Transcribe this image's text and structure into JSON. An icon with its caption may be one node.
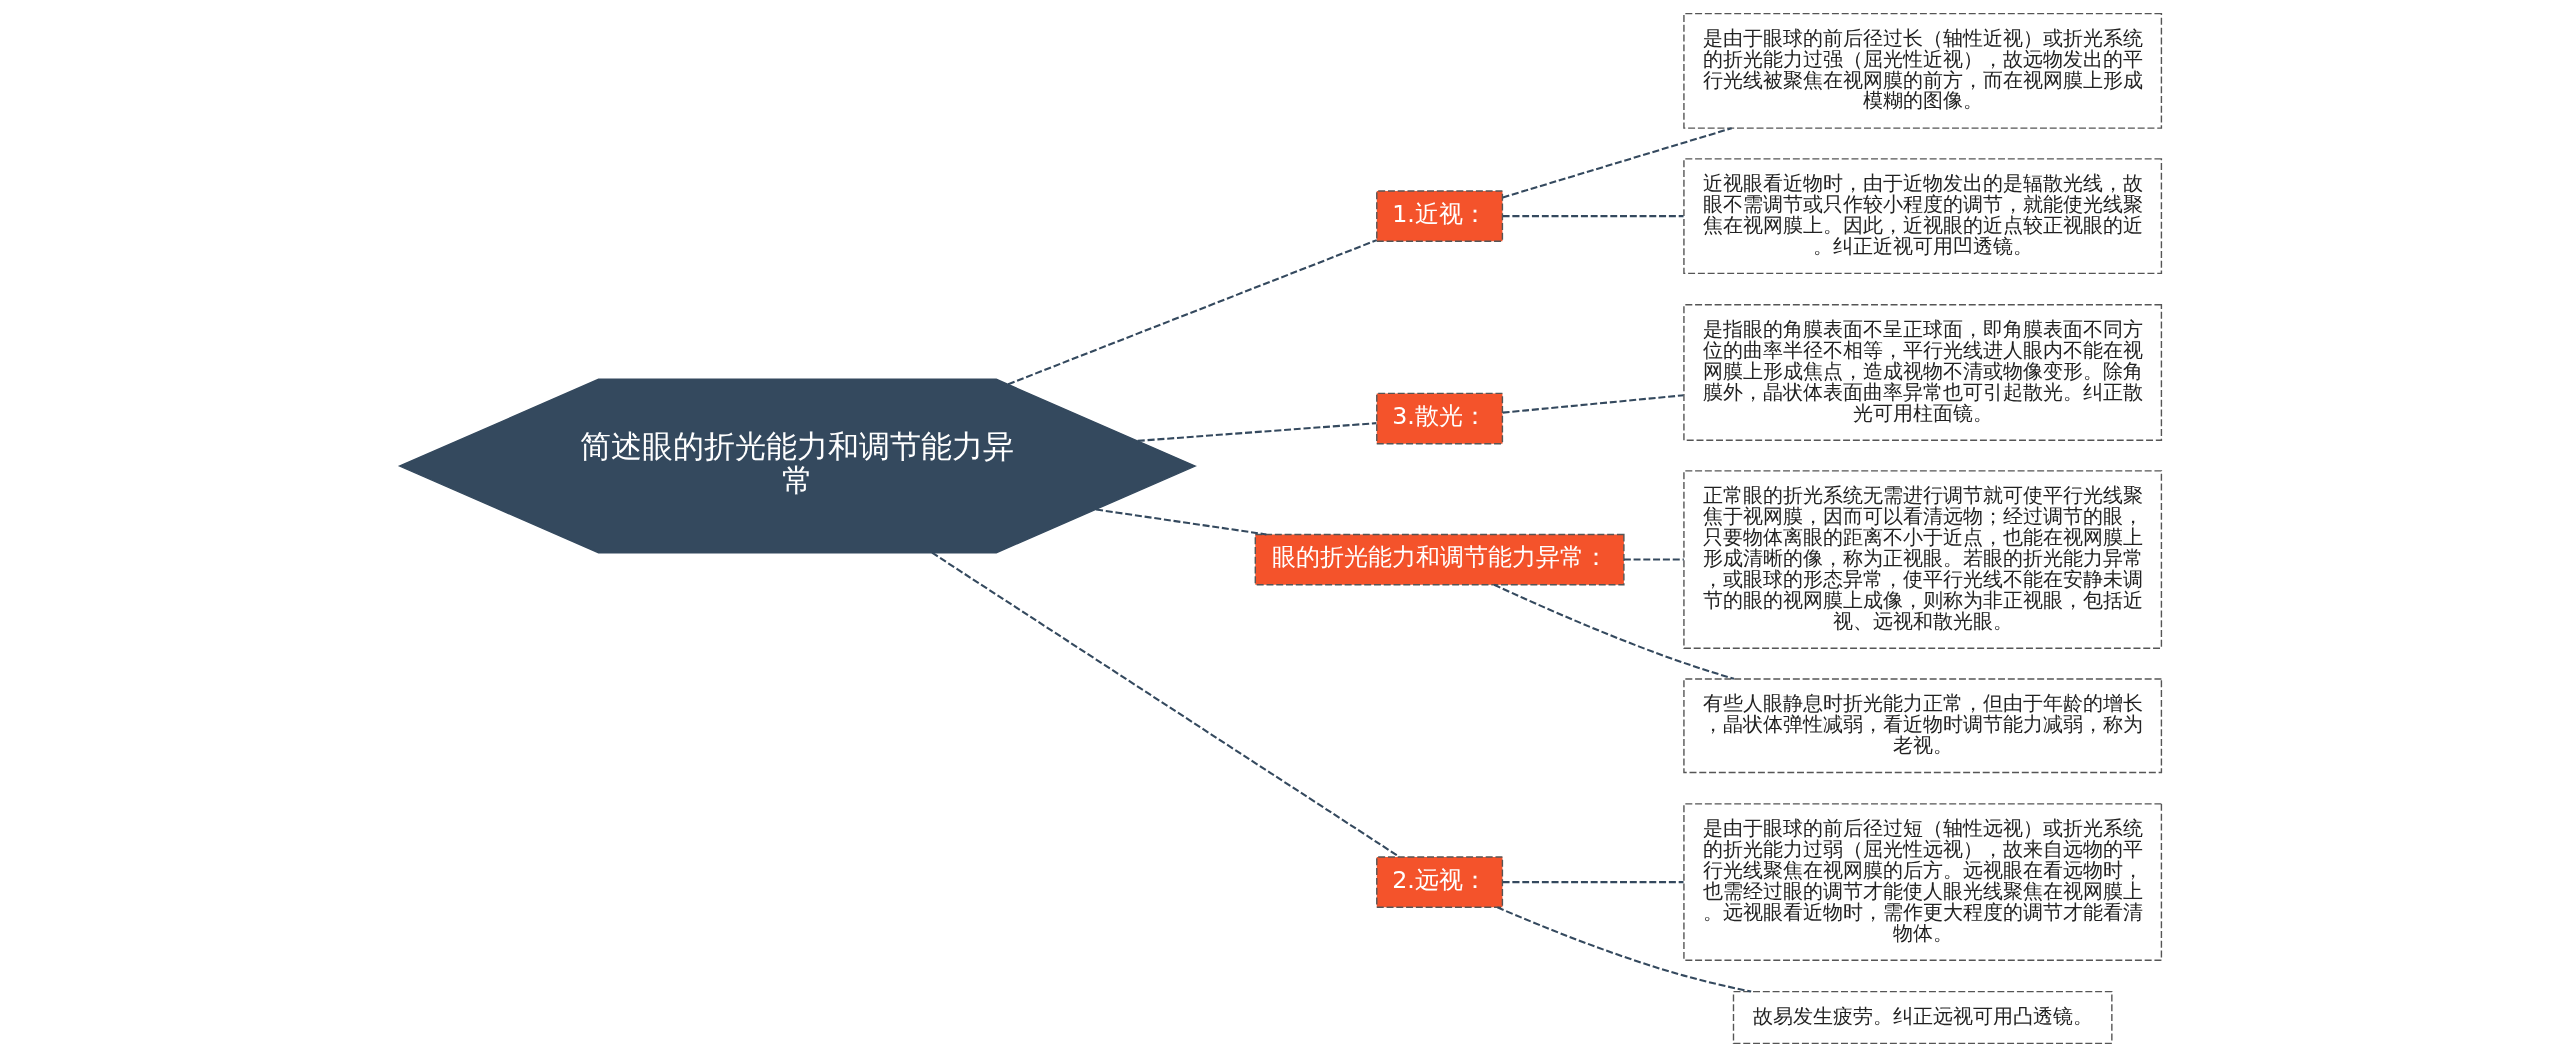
{
  "diagram": {
    "nodes": [
      {
        "text": [
          "简述眼的折光能力和调节能力异常"
        ]
      },
      {
        "text": [
          "1.近视："
        ]
      },
      {
        "text": [
          "是由于眼球的前后径过长（轴性近视）或折光系统的折光能力过强（屈光性近视），故远物发出的平行光线被聚焦在视网膜的前方，而在视网膜上形成模糊的图像。"
        ]
      },
      {
        "text": [
          "近视眼看近物时，由于近物发出的是辐散光线，故眼不需调节或只作较小程度的调节，就能使光线聚焦在视网膜上。因此，近视眼的近点较正视眼的近。纠正近视可用凹透镜。"
        ]
      },
      {
        "text": [
          "3.散光："
        ]
      },
      {
        "text": [
          "是指眼的角膜表面不呈正球面，即角膜表面不同方位的曲率半径不相等，平行光线进人眼内不能在视网膜上形成焦点，造成视物不清或物像变形。除角膜外，晶状体表面曲率异常也可引起散光。纠正散光可用柱面镜。"
        ]
      },
      {
        "text": [
          "眼的折光能力和调节能力异常："
        ]
      },
      {
        "text": [
          "正常眼的折光系统无需进行调节就可使平行光线聚焦于视网膜，因而可以看清远物；经过调节的眼，只要物体离眼的距离不小于近点，也能在视网膜上形成清晰的像，称为正视眼。若眼的折光能力异常，或眼球的形态异常，使平行光线不能在安静未调节的眼的视网膜上成像，则称为非正视眼，包括近视、远视和散光眼。"
        ]
      },
      {
        "text": [
          "有些人眼静息时折光能力正常，但由于年龄的增长，晶状体弹性减弱，看近物时调节能力减弱，称为老视。"
        ]
      },
      {
        "text": [
          "2.远视："
        ]
      },
      {
        "text": [
          "是由于眼球的前后径过短（轴性远视）或折光系统的折光能力过弱（屈光性远视），故来自远物的平行光线聚焦在视网膜的后方。远视眼在看远物时，也需经过眼的调节才能使人眼光线聚焦在视网膜上。远视眼看近物时，需作更大程度的调节才能看清物体。"
        ]
      },
      {
        "text": [
          "故易发生疲劳。纠正远视可用凸透镜。"
        ]
      }
    ],
    "edges": [
      {
        "from": 0,
        "to": 1,
        "arrow": "none"
      },
      {
        "from": 1,
        "to": 2,
        "arrow": "none"
      },
      {
        "from": 1,
        "to": 3,
        "arrow": "none"
      },
      {
        "from": 0,
        "to": 4,
        "arrow": "none"
      },
      {
        "from": 4,
        "to": 5,
        "arrow": "none"
      },
      {
        "from": 0,
        "to": 6,
        "arrow": "none"
      },
      {
        "from": 6,
        "to": 7,
        "arrow": "none"
      },
      {
        "from": 6,
        "to": 8,
        "arrow": "none"
      },
      {
        "from": 0,
        "to": 9,
        "arrow": "none"
      },
      {
        "from": 9,
        "to": 10,
        "arrow": "none"
      },
      {
        "from": 9,
        "to": 11,
        "arrow": "none"
      }
    ]
  }
}
